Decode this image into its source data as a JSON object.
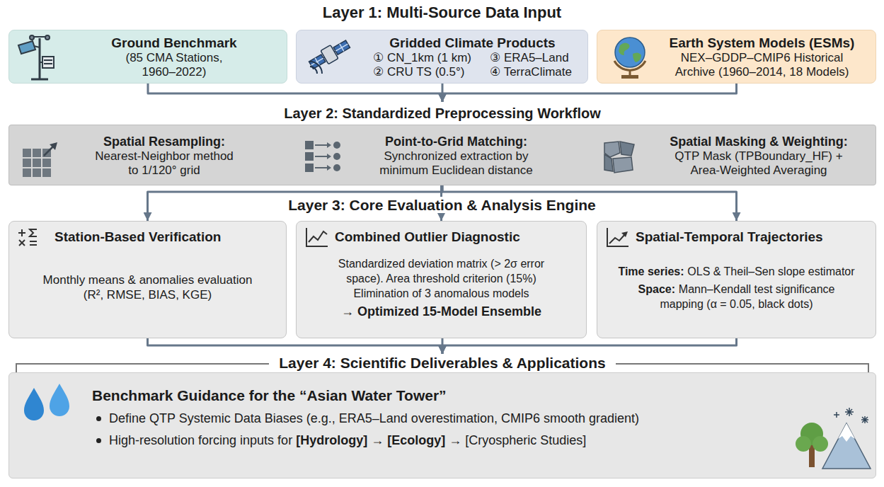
{
  "diagram": {
    "nodes": [
      {
        "text": [
          "Ground Benchmark",
          "(85 CMA Stations, 1960–2022)"
        ]
      },
      {
        "text": [
          "Gridded Climate Products",
          "① CN_1km (1 km)",
          "③ ERA5–Land",
          "② CRU TS (0.5°)",
          "④ TerraClimate"
        ]
      },
      {
        "text": [
          "Earth System Models (ESMs)",
          "NEX–GDDP–CMIP6 Historical Archive (1960–2014, 18 Models)"
        ]
      },
      {
        "text": [
          "Layer 2: Standardized Preprocessing Workflow"
        ]
      },
      {
        "text": [
          "Spatial Resampling:",
          "Nearest-Neighbor method to 1/120° grid"
        ],
        "in": 3
      },
      {
        "text": [
          "Point-to-Grid Matching:",
          "Synchronized extraction by minimum Euclidean distance"
        ],
        "in": 3
      },
      {
        "text": [
          "Spatial Masking & Weighting:",
          "QTP Mask (TPBoundary_HF) + Area-Weighted Averaging"
        ],
        "in": 3
      },
      {
        "text": [
          "Station-Based Verification",
          "Monthly means & anomalies evaluation (R², RMSE, BIAS, KGE)"
        ]
      },
      {
        "text": [
          "Combined Outlier Diagnostic",
          "Standardized deviation matrix (> 2σ error space). Area threshold criterion (15%) Elimination of 3 anomalous models",
          "→ Optimized 15-Model Ensemble"
        ]
      },
      {
        "text": [
          "Spatial-Temporal Trajectories",
          "Time series:",
          "OLS & Theil–Sen slope estimator",
          "Space:",
          "Mann–Kendall test significance mapping (α = 0.05, black dots)"
        ]
      },
      {
        "text": [
          "Layer 4: Scientific Deliverables & Applications",
          "Benchmark Guidance for the “Asian Water Tower”",
          "Define QTP Systemic Data Biases (e.g., ERA5–Land overestimation, CMIP6 smooth gradient)",
          "High-resolution forcing inputs for",
          "[Hydrology] → [Ecology]",
          "→ [Cryospheric Studies]"
        ]
      }
    ],
    "edges": [
      {
        "from": 0,
        "to": 3,
        "arrow": "to"
      },
      {
        "from": 1,
        "to": 3,
        "arrow": "to"
      },
      {
        "from": 2,
        "to": 3,
        "arrow": "to"
      },
      {
        "from": 4,
        "to": 5,
        "arrow": "to"
      },
      {
        "from": 5,
        "to": 6,
        "arrow": "to"
      },
      {
        "from": 3,
        "to": 7,
        "arrow": "to"
      },
      {
        "from": 3,
        "to": 8,
        "arrow": "to"
      },
      {
        "from": 3,
        "to": 9,
        "arrow": "to"
      },
      {
        "from": 7,
        "to": 10,
        "arrow": "to"
      },
      {
        "from": 8,
        "to": 10,
        "arrow": "to"
      },
      {
        "from": 9,
        "to": 10,
        "arrow": "to"
      }
    ],
    "labels": [
      "Layer 1: Multi-Source Data Input",
      "Layer 3: Core Evaluation & Analysis Engine"
    ]
  }
}
